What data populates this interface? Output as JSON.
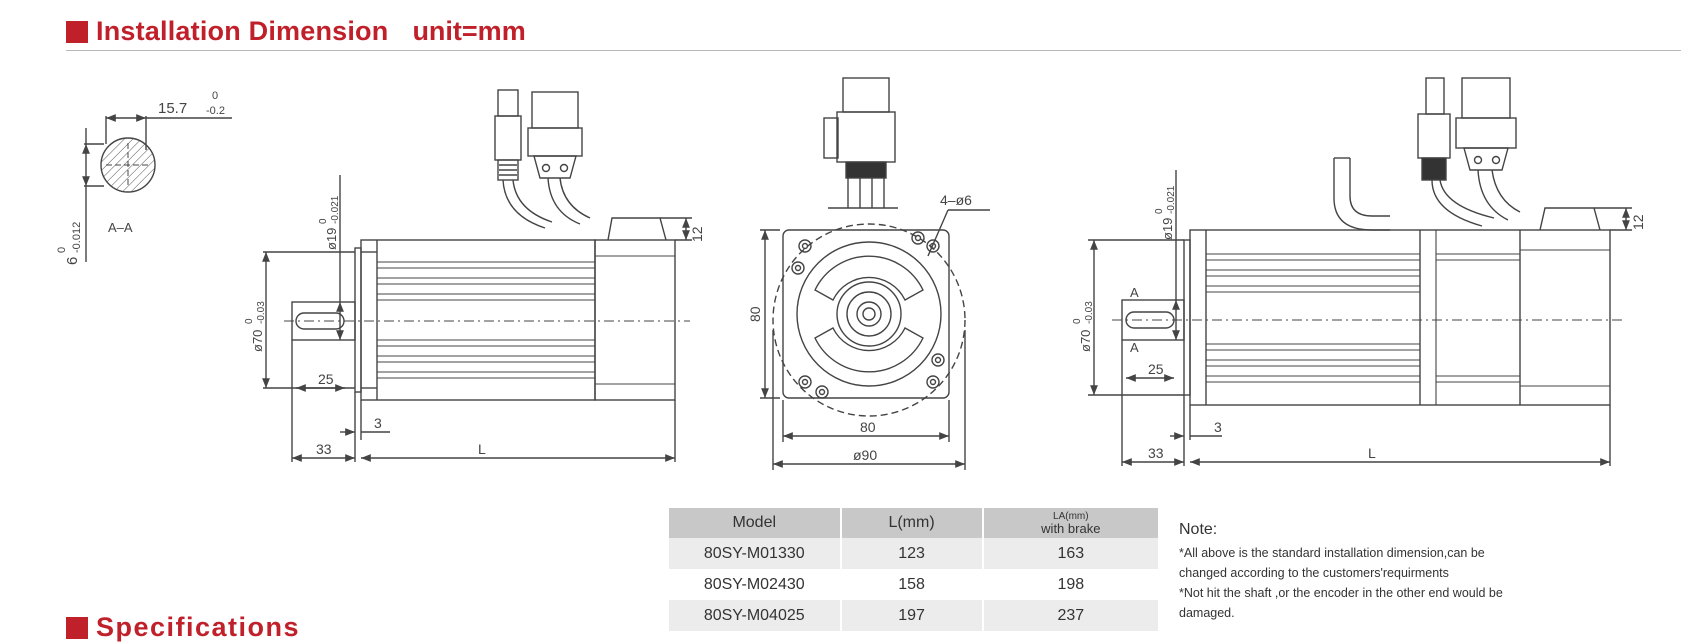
{
  "install_section": {
    "title": "Installation Dimension",
    "unit": "unit=mm"
  },
  "spec_section": {
    "title": "Specifications"
  },
  "colors": {
    "accent": "#c0202a",
    "table_header": "#c8c8c8",
    "table_stripe": "#ececec",
    "line": "#444444"
  },
  "shaft_section": {
    "label": "A–A",
    "width_dim": "15.7",
    "width_tol_upper": "0",
    "width_tol_lower": "-0.2",
    "key_dim": "6",
    "key_tol_upper": "0",
    "key_tol_lower": "-0.012"
  },
  "side_view": {
    "shaft_dia": "ø19",
    "shaft_tol_upper": "0",
    "shaft_tol_lower": "-0.021",
    "pilot_dia": "ø70",
    "pilot_tol_upper": "0",
    "pilot_tol_lower": "-0.03",
    "top_height": "12",
    "key_length": "25",
    "flange_thickness": "3",
    "shaft_length": "33",
    "body_length": "L"
  },
  "front_view": {
    "holes": "4–ø6",
    "height": "80",
    "width": "80",
    "circle_dia": "ø90"
  },
  "brake_view": {
    "shaft_dia": "ø19",
    "shaft_tol_upper": "0",
    "shaft_tol_lower": "-0.021",
    "pilot_dia": "ø70",
    "pilot_tol_upper": "0",
    "pilot_tol_lower": "-0.03",
    "top_height": "12",
    "key_length": "25",
    "flange_thickness": "3",
    "shaft_length": "33",
    "body_length": "L",
    "marker": "A"
  },
  "model_table": {
    "headers": {
      "model": "Model",
      "length": "L(mm)",
      "brake_top": "LA(mm)",
      "brake_bottom": "with brake"
    },
    "rows": [
      {
        "model": "80SY-M01330",
        "length": "123",
        "brake": "163"
      },
      {
        "model": "80SY-M02430",
        "length": "158",
        "brake": "198"
      },
      {
        "model": "80SY-M04025",
        "length": "197",
        "brake": "237"
      }
    ]
  },
  "note": {
    "title": "Note:",
    "lines": [
      "*All above is the standard installation dimension,can be",
      " changed according to the customers'requirments",
      "*Not hit the shaft ,or the encoder in the other end would be",
      " damaged."
    ]
  }
}
